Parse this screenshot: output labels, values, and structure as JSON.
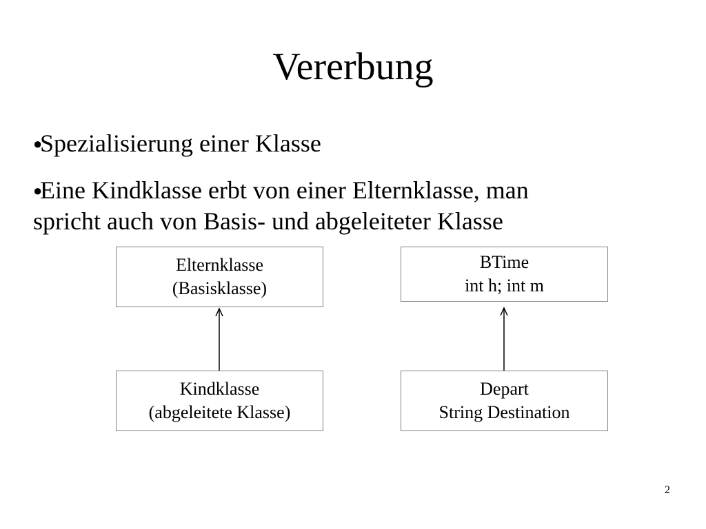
{
  "slide": {
    "title": "Vererbung",
    "bullets": [
      {
        "lines": [
          "Spezialisierung einer Klasse"
        ]
      },
      {
        "lines": [
          "Eine Kindklasse erbt von einer Elternklasse, man",
          "spricht auch von Basis- und abgeleiteter Klasse"
        ]
      }
    ],
    "page_number": "2"
  },
  "diagram": {
    "left": {
      "parent": {
        "line1": "Elternklasse",
        "line2": "(Basisklasse)"
      },
      "child": {
        "line1": "Kindklasse",
        "line2": "(abgeleitete Klasse)"
      }
    },
    "right": {
      "parent": {
        "line1": "BTime",
        "line2": "int h; int m"
      },
      "child": {
        "line1": "Depart",
        "line2": "String Destination"
      }
    }
  }
}
